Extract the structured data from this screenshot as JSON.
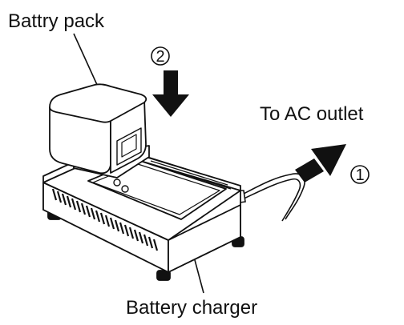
{
  "labels": {
    "battery_pack": "Battry pack",
    "ac_outlet": "To AC outlet",
    "battery_charger": "Battery charger"
  },
  "steps": {
    "step1": "1",
    "step2": "2"
  },
  "colors": {
    "ink": "#111111",
    "paper": "#ffffff",
    "shade": "#e8e8e8"
  }
}
